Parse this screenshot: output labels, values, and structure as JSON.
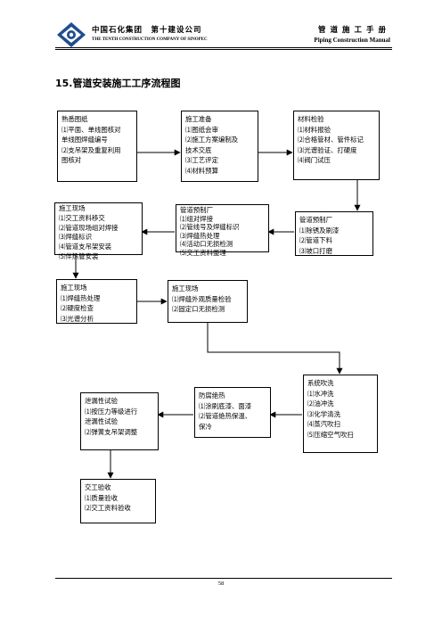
{
  "header": {
    "company_cn": "中国石化集团　第十建设公司",
    "company_en": "THE TENTH CONSTRUCTION COMPANY OF SINOPEC",
    "manual_cn": "管道施工手册",
    "manual_en": "Piping Construction Manual"
  },
  "title": "15.管道安装施工工序流程图",
  "boxes": {
    "b1": {
      "title": "熟悉图纸",
      "lines": [
        "⑴平面、单线图核对",
        "单线图焊缝编号",
        "⑵支吊架及重复利用",
        "图核对"
      ]
    },
    "b2": {
      "title": "施工准备",
      "lines": [
        "⑴图纸会审",
        "⑵施工方案编制及",
        "技术交底",
        "⑶工艺评定",
        "⑷材料预算"
      ]
    },
    "b3": {
      "title": "材料检验",
      "lines": [
        "⑴材料报验",
        "⑵合格管材、管件标记",
        "⑶光谱验证、打硬度",
        "⑷阀门试压"
      ]
    },
    "b4": {
      "title": "施工现场",
      "lines": [
        "⑴交工资料移交",
        "⑵管道现场组对焊接",
        "⑶焊缝标识",
        "⑷管道支吊架安装",
        "⑸伴热管安装"
      ]
    },
    "b5": {
      "title": "管道预制厂",
      "lines": [
        "⑴组对焊接",
        "⑵管线号及焊缝标识",
        "⑶焊缝热处理",
        "⑷活动口无损检测",
        "⑸交工资料整理"
      ]
    },
    "b6": {
      "title": "管道预制厂",
      "lines": [
        "⑴除锈及刷漆",
        "⑵管道下料",
        "⑶坡口打磨"
      ]
    },
    "b7": {
      "title": "施工现场",
      "lines": [
        "⑴焊缝热处理",
        "⑵硬度检查",
        "⑶光谱分析"
      ]
    },
    "b8": {
      "title": "施工现场",
      "lines": [
        "⑴焊缝外观质量检验",
        "⑵固定口无损检测"
      ]
    },
    "b9": {
      "title": "系统吹洗",
      "lines": [
        "⑴水冲洗",
        "⑵油冲洗",
        "⑶化学清洗",
        "⑷蒸汽吹扫",
        "⑸压缩空气吹扫"
      ]
    },
    "b10": {
      "title": "防腐绝热",
      "lines": [
        "⑴涂刷底漆、面漆",
        "⑵管道绝热保温、",
        "保冷"
      ]
    },
    "b11": {
      "title": "泄漏性试验",
      "lines": [
        "⑴按压力等级进行",
        "泄漏性试验",
        "⑵弹簧支吊架调整"
      ]
    },
    "b12": {
      "title": "交工验收",
      "lines": [
        "⑴质量验收",
        "⑵交工资料验收"
      ]
    }
  },
  "footer": {
    "page_number": "58"
  }
}
